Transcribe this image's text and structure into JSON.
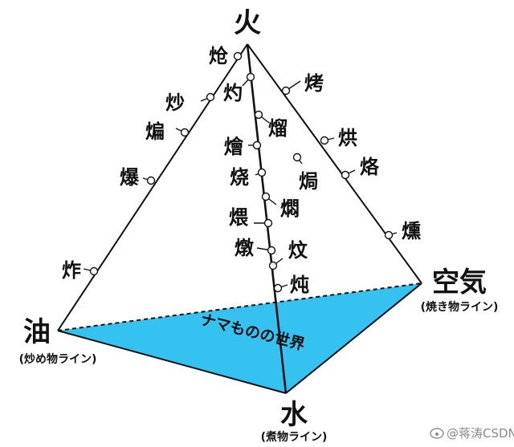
{
  "colors": {
    "water_region": "#35c2f0",
    "line": "#111111",
    "watermark": "#8a8a8a"
  },
  "corners": {
    "top": {
      "label": "火"
    },
    "left": {
      "label": "油",
      "sub": "(炒め物ライン)"
    },
    "right": {
      "label": "空気",
      "sub": "(焼き物ライン)"
    },
    "bottom": {
      "label": "水",
      "sub": "(煮物ライン)"
    }
  },
  "region_label": "ナマものの世界",
  "terms": {
    "qiang": "炝",
    "chao": "炒",
    "bian": "煸",
    "bao": "爆",
    "zha": "炸",
    "zhuo": "灼",
    "liu": "熘",
    "hui": "燴",
    "shao": "烧",
    "wei": "煨",
    "dun": "燉",
    "kao": "烤",
    "hong": "烘",
    "lao": "烙",
    "xun": "燻",
    "ju": "焗",
    "men": "燜",
    "wen": "炆",
    "dun2": "炖"
  },
  "watermark": "@蒋涛CSDN",
  "icons": {
    "watermark_logo": "weibo-icon"
  }
}
